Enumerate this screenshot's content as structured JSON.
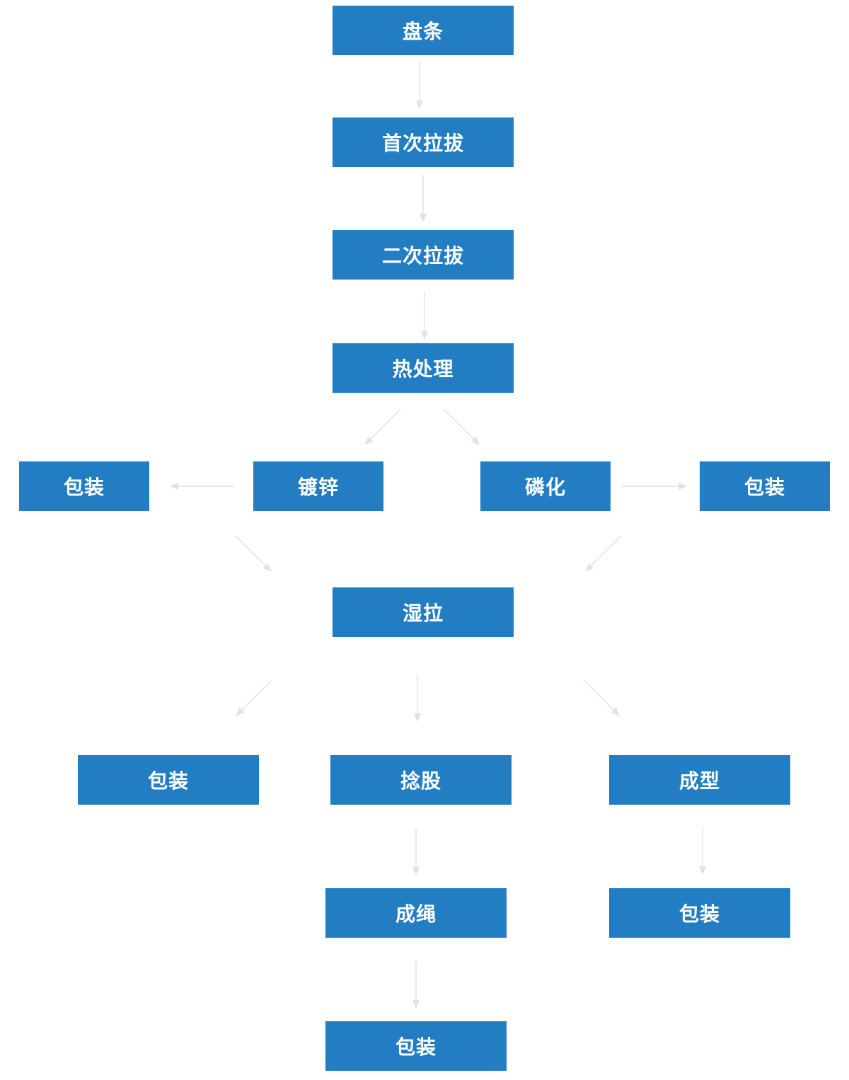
{
  "colors": {
    "node_fill": "#227dc3",
    "node_text": "#ffffff",
    "arrow": "#e2e2e2",
    "background": "#ffffff"
  },
  "nodes": {
    "wire_rod": "盘条",
    "first_drawing": "首次拉拔",
    "second_drawing": "二次拉拔",
    "heat_treatment": "热处理",
    "packaging_left": "包装",
    "galvanizing": "镀锌",
    "phosphating": "磷化",
    "packaging_right": "包装",
    "wet_drawing": "湿拉",
    "packaging_mid_left": "包装",
    "stranding": "捻股",
    "forming": "成型",
    "rope_making": "成绳",
    "packaging_forming": "包装",
    "packaging_bottom": "包装"
  },
  "edges": [
    [
      "wire_rod",
      "first_drawing"
    ],
    [
      "first_drawing",
      "second_drawing"
    ],
    [
      "second_drawing",
      "heat_treatment"
    ],
    [
      "heat_treatment",
      "galvanizing"
    ],
    [
      "heat_treatment",
      "phosphating"
    ],
    [
      "galvanizing",
      "packaging_left"
    ],
    [
      "phosphating",
      "packaging_right"
    ],
    [
      "galvanizing",
      "wet_drawing"
    ],
    [
      "phosphating",
      "wet_drawing"
    ],
    [
      "wet_drawing",
      "packaging_mid_left"
    ],
    [
      "wet_drawing",
      "stranding"
    ],
    [
      "wet_drawing",
      "forming"
    ],
    [
      "stranding",
      "rope_making"
    ],
    [
      "forming",
      "packaging_forming"
    ],
    [
      "rope_making",
      "packaging_bottom"
    ]
  ]
}
